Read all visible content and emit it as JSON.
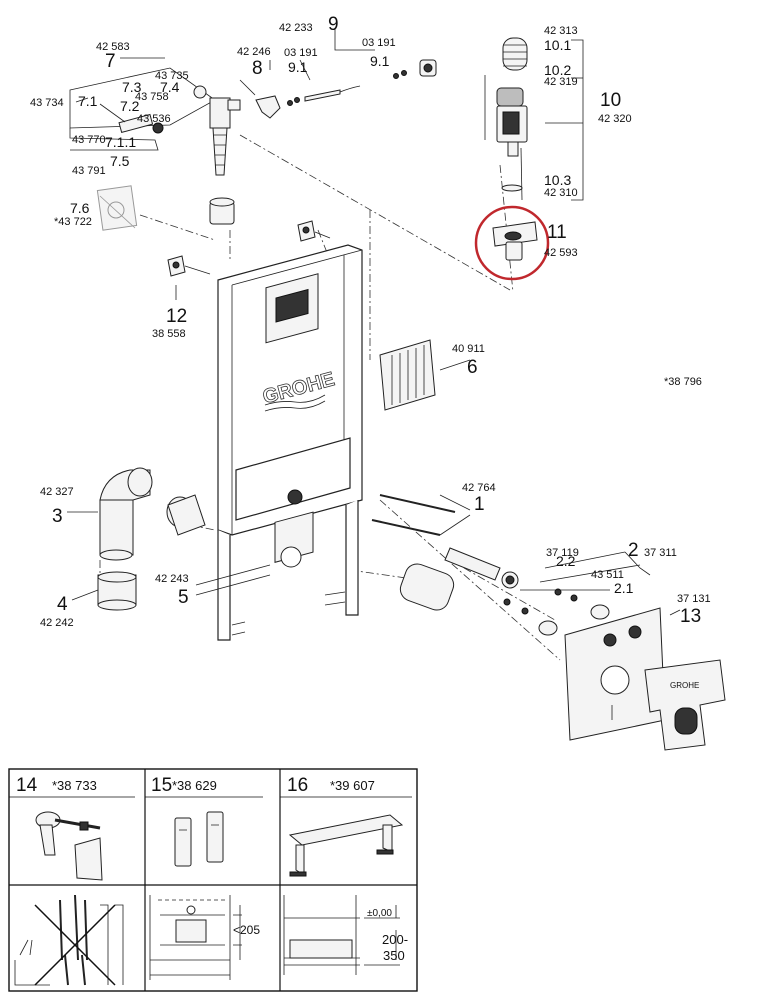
{
  "callouts": {
    "p1": "1",
    "p1_code": "42 764",
    "p2": "2",
    "p2_code": "37 311",
    "p2_1": "2.1",
    "p2_2": "2.2",
    "p2_code_a": "37 119",
    "p2_code_b": "43 511",
    "p3": "3",
    "p3_code": "42 327",
    "p4": "4",
    "p4_code": "42 242",
    "p5": "5",
    "p5_code": "42 243",
    "p6": "6",
    "p6_code": "40 911",
    "p7": "7",
    "p7_code": "42 583",
    "p7_1": "7.1",
    "p7_1_1": "7.1.1",
    "p7_2": "7.2",
    "p7_3": "7.3",
    "p7_4": "7.4",
    "p7_5": "7.5",
    "p7_6": "7.6",
    "c43734": "43 734",
    "c43735": "43 735",
    "c43758": "43 758",
    "c43536": "43 536",
    "c43770": "43 770",
    "c43791": "43 791",
    "c43722": "*43 722",
    "p8": "8",
    "p8_code": "42 246",
    "p9": "9",
    "p9_1a": "9.1",
    "p9_1b": "9.1",
    "p9_code": "42 233",
    "p9_code_a": "03 191",
    "p9_code_b": "03 191",
    "p10": "10",
    "p10_code": "42 320",
    "p10_1": "10.1",
    "p10_1_code": "42 313",
    "p10_2": "10.2",
    "p10_2_code": "42 319",
    "p10_3": "10.3",
    "p10_3_code": "42 310",
    "p11": "11",
    "p11_code": "42 593",
    "p12": "12",
    "p12_code": "38 558",
    "p13": "13",
    "p13_code": "37 131",
    "set_code": "*38 796",
    "brand": "GROHE"
  },
  "accessories": [
    {
      "num": "14",
      "code": "*38 733"
    },
    {
      "num": "15",
      "code": "*38 629"
    },
    {
      "num": "16",
      "code": "*39 607"
    }
  ],
  "dims": {
    "d205": "<205",
    "d000": "±0,00",
    "d200": "200-",
    "d350": "350"
  }
}
